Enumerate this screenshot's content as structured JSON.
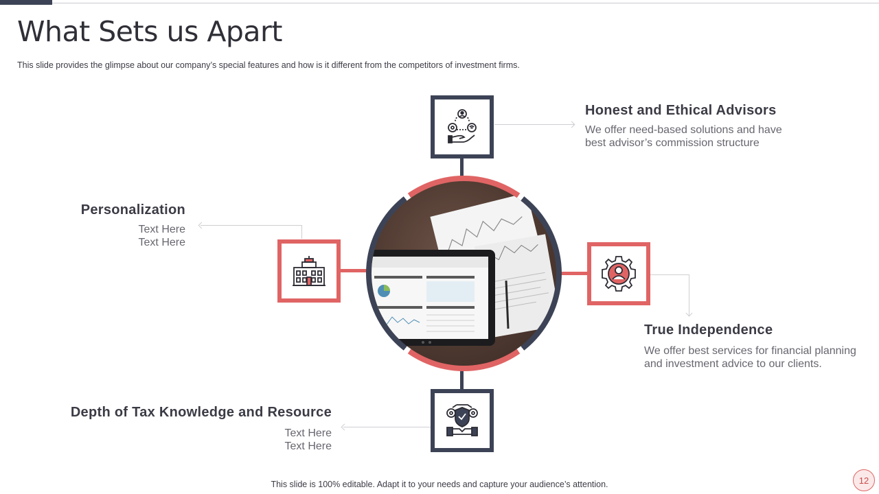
{
  "slide": {
    "title": "What Sets us Apart",
    "subtitle": "This slide provides the glimpse about our company’s special features and how is it different from the competitors of investment firms.",
    "footer": "This slide is 100% editable. Adapt it to your needs and capture your audience’s attention.",
    "page_number": "12"
  },
  "features": {
    "top": {
      "title": "Honest and Ethical Advisors",
      "text": "We offer need-based solutions and have\nbest advisor’s commission structure",
      "icon": "hand-holding-network-icon"
    },
    "left": {
      "title": "Personalization",
      "text": "Text Here\nText Here",
      "icon": "building-icon"
    },
    "right": {
      "title": "True Independence",
      "text": "We offer best services for financial planning\nand investment advice to our clients.",
      "icon": "gear-person-icon"
    },
    "bottom": {
      "title": "Depth of Tax Knowledge and Resource",
      "text": "Text Here\nText Here",
      "icon": "gears-shield-hands-icon"
    }
  },
  "colors": {
    "dark": "#3d4356",
    "accent": "#e06464"
  }
}
